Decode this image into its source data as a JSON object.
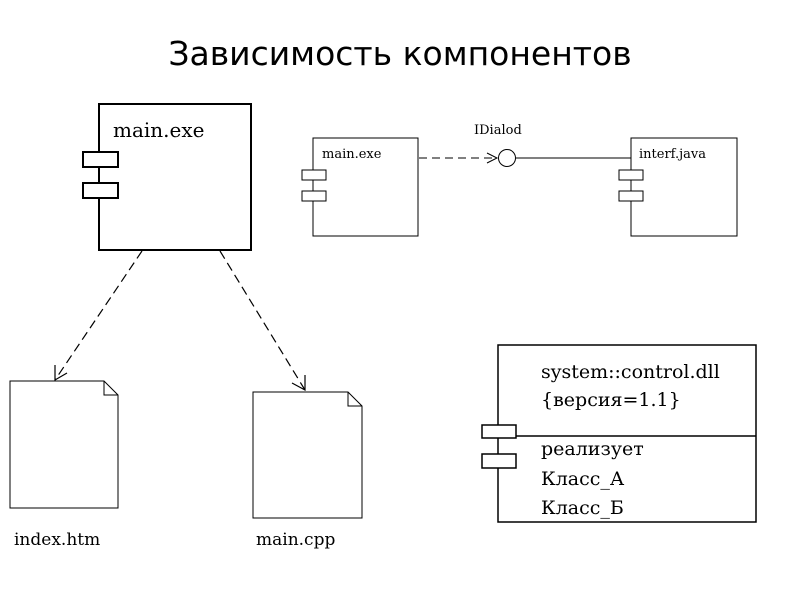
{
  "title": "Зависимость компонентов",
  "components": {
    "main_exe_big": {
      "label": "main.exe"
    },
    "main_exe_small": {
      "label": "main.exe"
    },
    "interf_java": {
      "label": "interf.java"
    },
    "interface": {
      "label": "IDialod"
    },
    "index_htm": {
      "label": "index.htm"
    },
    "main_cpp": {
      "label": "main.cpp"
    },
    "control_dll": {
      "name": "system::control.dll",
      "tagged_value": "{версия=1.1}",
      "compartment_title": "реализует",
      "classes": [
        "Класс_А",
        "Класс_Б"
      ]
    }
  },
  "colors": {
    "line": "#000000",
    "background": "#ffffff"
  }
}
